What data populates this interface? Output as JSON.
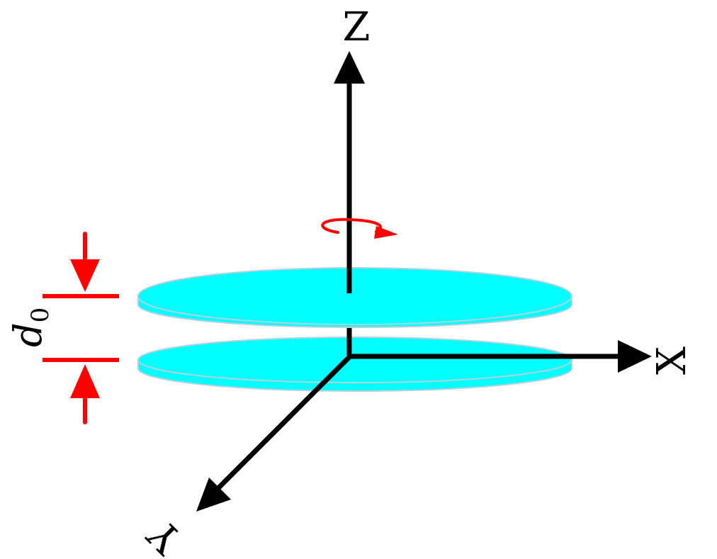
{
  "axes": {
    "z_label": "Z",
    "x_label": "X",
    "y_label": "Y"
  },
  "gap": {
    "symbol": "d",
    "subscript": "0"
  },
  "colors": {
    "plate_fill": "#00FFFF",
    "plate_edge": "#B4D2DC",
    "axis": "#000000",
    "annotation": "#FF0000"
  },
  "rotation_indicator": "rotation-arrow-icon"
}
